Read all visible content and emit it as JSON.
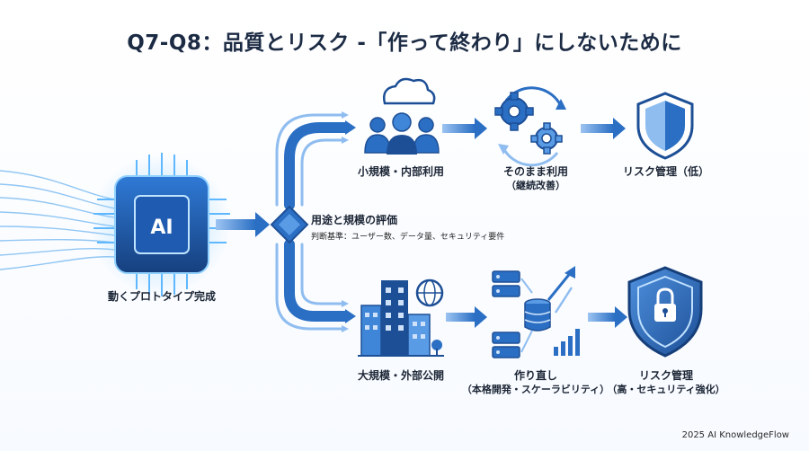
{
  "title": "Q7-Q8：品質とリスク -「作って終わり」にしないために",
  "prototype": {
    "chip_text": "AI",
    "label": "動くプロトタイプ完成"
  },
  "decision": {
    "label": "用途と規模の評価",
    "criteria": "判断基準：ユーザー数、データ量、セキュリティ要件"
  },
  "upper_path": {
    "step1": "小規模・内部利用",
    "step2": "そのまま利用",
    "step2_sub": "（継続改善）",
    "step3": "リスク管理（低）"
  },
  "lower_path": {
    "step1": "大規模・外部公開",
    "step2": "作り直し",
    "step2_sub": "（本格開発・スケーラビリティ）",
    "step3": "リスク管理",
    "step3_sub": "（高・セキュリティ強化）"
  },
  "footer": "2025 AI KnowledgeFlow",
  "colors": {
    "primary": "#2b6fc4",
    "dark": "#1d4f96",
    "light": "#8fbdf0",
    "glow": "#5fb8ff"
  }
}
